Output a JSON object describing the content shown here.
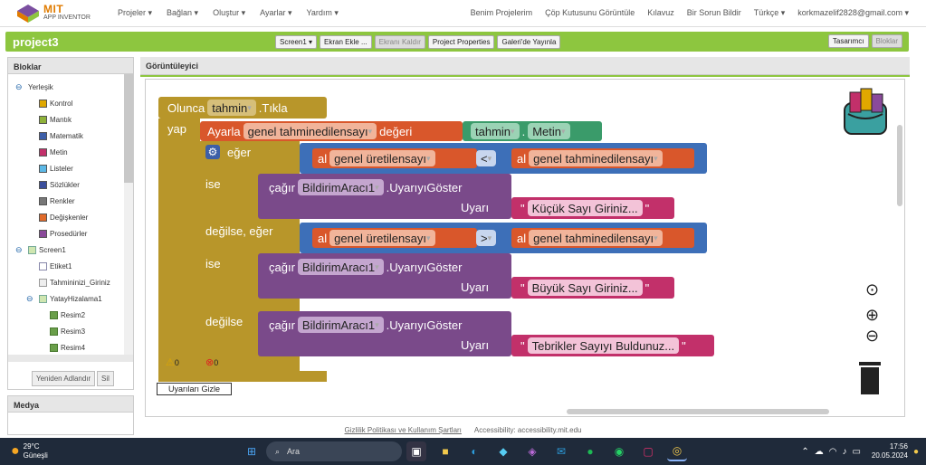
{
  "header": {
    "logo_mit": "MIT",
    "logo_sub": "APP INVENTOR",
    "menu": [
      "Projeler ▾",
      "Bağlan ▾",
      "Oluştur ▾",
      "Ayarlar ▾",
      "Yardım ▾"
    ],
    "right_menu": [
      "Benim Projelerim",
      "Çöp Kutusunu Görüntüle",
      "Kılavuz",
      "Bir Sorun Bildir",
      "Türkçe ▾",
      "korkmazelif2828@gmail.com ▾"
    ]
  },
  "toolbar": {
    "project_name": "project3",
    "screen_select": "Screen1 ▾",
    "add_screen": "Ekran Ekle ...",
    "remove_screen": "Ekranı Kaldır",
    "project_properties": "Project Properties",
    "publish": "Galeri'de Yayınla",
    "designer": "Tasarımcı",
    "blocks": "Bloklar"
  },
  "blocks_panel": {
    "title": "Bloklar",
    "builtin": "Yerleşik",
    "builtin_items": [
      {
        "label": "Kontrol",
        "color": "#e0a800"
      },
      {
        "label": "Mantık",
        "color": "#8fb23a"
      },
      {
        "label": "Matematik",
        "color": "#3d5fa8"
      },
      {
        "label": "Metin",
        "color": "#c2306a"
      },
      {
        "label": "Listeler",
        "color": "#5cb8e6"
      },
      {
        "label": "Sözlükler",
        "color": "#3a4e9c"
      },
      {
        "label": "Renkler",
        "color": "#777777"
      },
      {
        "label": "Değişkenler",
        "color": "#e06a2a"
      },
      {
        "label": "Prosedürler",
        "color": "#8a4a9a"
      }
    ],
    "screen": "Screen1",
    "screen_items": [
      "Etiket1",
      "Tahmininizi_Giriniz",
      "YatayHizalama1"
    ],
    "image_items": [
      "Resim2",
      "Resim3",
      "Resim4"
    ],
    "rename_button": "Yeniden Adlandır",
    "delete_button": "Sil"
  },
  "media_panel": {
    "title": "Medya"
  },
  "viewer": {
    "title": "Görüntüleyici",
    "event": {
      "when": "Olunca",
      "component": "tahmin",
      "event_name": ".Tıkla",
      "do": "yap"
    },
    "set": {
      "label": "Ayarla",
      "var": "genel tahminedilensayı",
      "to": "değeri",
      "component": "tahmin",
      "dot": ".",
      "prop": "Metin"
    },
    "if": "eğer",
    "then": "ise",
    "elseif": "değilse, eğer",
    "else": "değilse",
    "get": "al",
    "var_generated": "genel üretilensayı",
    "var_guessed": "genel tahminedilensayı",
    "op_lt": "<",
    "op_gt": ">",
    "call": "çağır",
    "notifier": "BildirimAracı1",
    "method": ".UyarıyıGöster",
    "arg": "Uyarı",
    "msg1": "Küçük Sayı Giriniz...",
    "msg2": "Büyük Sayı Giriniz...",
    "msg3": "Tebrikler Sayıyı Buldunuz...",
    "quote_open": "\"",
    "quote_close": "\"",
    "warn_count": "0",
    "err_count": "0",
    "hide_warnings": "Uyarıları Gizle"
  },
  "footer": {
    "privacy": "Gizlilik Politikası ve Kullanım Şartları",
    "accessibility": "Accessibility: accessibility.mit.edu"
  },
  "taskbar": {
    "temp": "29°C",
    "weather": "Güneşli",
    "search": "Ara",
    "time": "17:56",
    "date": "20.05.2024"
  }
}
